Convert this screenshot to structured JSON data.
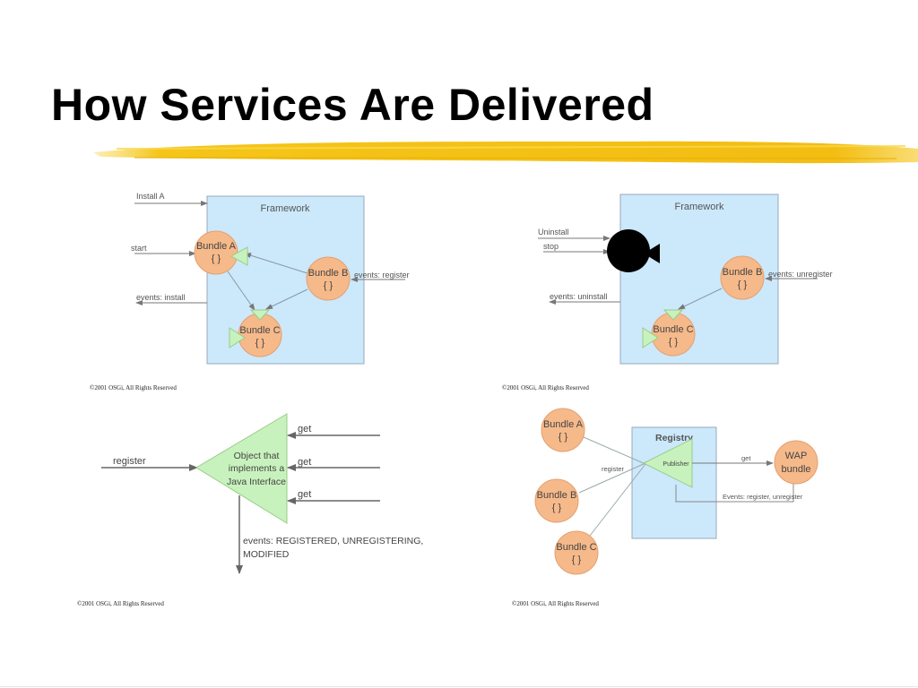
{
  "title": "How Services Are Delivered",
  "colors": {
    "framework_fill": "#cce8fb",
    "bundle_fill": "#f6b98a",
    "triangle_fill": "#c8f2bd",
    "brush": "#f5c518",
    "arrow": "#777777"
  },
  "diagram1": {
    "framework": "Framework",
    "install": "Install A",
    "start": "start",
    "events_install": "events: install",
    "events_register": "events: register",
    "bundle_a": [
      "Bundle A",
      "{ }"
    ],
    "bundle_b": [
      "Bundle B",
      "{ }"
    ],
    "bundle_c": [
      "Bundle C",
      "{ }"
    ],
    "copyright": "©2001 OSGi, All Rights Reserved"
  },
  "diagram2": {
    "framework": "Framework",
    "uninstall": "Uninstall",
    "stop": "stop",
    "events_uninstall": "events: uninstall",
    "events_unregister": "events: unregister",
    "bundle_b": [
      "Bundle B",
      "{ }"
    ],
    "bundle_c": [
      "Bundle C",
      "{ }"
    ],
    "copyright": "©2001 OSGi, All Rights Reserved"
  },
  "diagram3": {
    "register": "register",
    "object_lines": [
      "Object that",
      "implements a",
      "Java Interface"
    ],
    "get": "get",
    "events_lines": [
      "events: REGISTERED, UNREGISTERING,",
      "MODIFIED"
    ],
    "copyright": "©2001 OSGi, All Rights Reserved"
  },
  "diagram4": {
    "registry": "Registry",
    "publisher": "Publisher",
    "register": "register",
    "get": "get",
    "events": "Events: register, unregister",
    "bundle_a": [
      "Bundle A",
      "{ }"
    ],
    "bundle_b": [
      "Bundle B",
      "{ }"
    ],
    "bundle_c": [
      "Bundle C",
      "{ }"
    ],
    "wap": [
      "WAP",
      "bundle"
    ],
    "copyright": "©2001 OSGi, All Rights Reserved"
  }
}
